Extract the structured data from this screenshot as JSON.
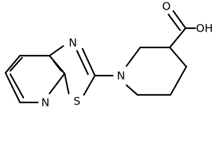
{
  "molecule": {
    "atoms": {
      "n_thiazole": "N",
      "n_pyridine": "N",
      "s_thiazole": "S",
      "n_piperidine": "N",
      "carboxyl_o": "O",
      "carboxyl_oh": "OH"
    }
  }
}
